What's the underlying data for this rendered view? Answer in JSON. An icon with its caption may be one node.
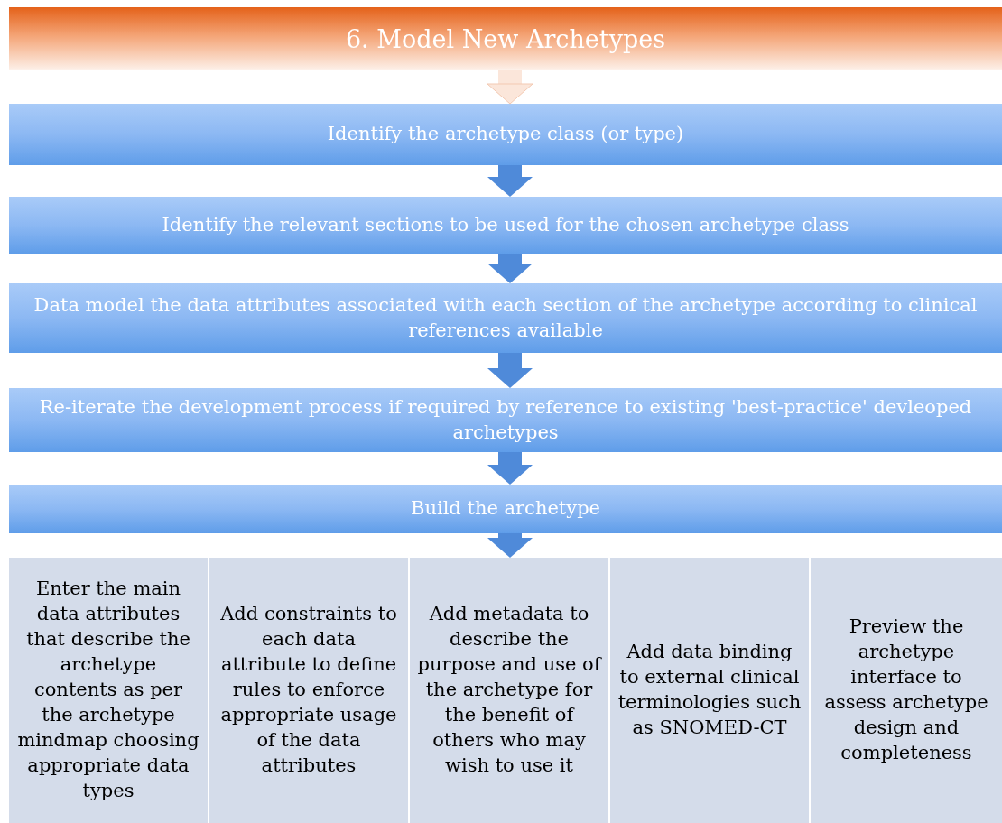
{
  "diagram": {
    "nodes": [
      {
        "text": [
          "6. Model New Archetypes"
        ]
      },
      {
        "text": [
          "Identify the archetype class (or type)"
        ]
      },
      {
        "text": [
          "Identify the relevant sections to be used for the chosen archetype class"
        ]
      },
      {
        "text": [
          "Data model the data attributes associated with each section of the archetype according to clinical references available"
        ]
      },
      {
        "text": [
          "Re-iterate the development process if required by reference to existing 'best-practice' devleoped archetypes"
        ]
      },
      {
        "text": [
          "Build the archetype"
        ]
      },
      {
        "text": [],
        "shape": "box"
      },
      {
        "text": [
          "Enter the main data attributes that describe the archetype contents as per the archetype mindmap choosing appropriate data types"
        ],
        "in": 6
      },
      {
        "text": [
          "Add constraints to each data attribute to define rules to enforce appropriate usage of the data attributes"
        ],
        "in": 6
      },
      {
        "text": [
          "Add metadata to describe the purpose and use of the archetype for the benefit of others who may wish to use it"
        ],
        "in": 6
      },
      {
        "text": [
          "Add data binding to external clinical terminologies such as SNOMED-CT"
        ],
        "in": 6
      },
      {
        "text": [
          "Preview the archetype interface to assess archetype design and completeness"
        ],
        "in": 6
      }
    ],
    "edges": [
      {
        "from": 0,
        "to": 1,
        "arrow": "to",
        "color": "#fbe6da"
      },
      {
        "from": 1,
        "to": 2,
        "arrow": "to"
      },
      {
        "from": 2,
        "to": 3,
        "arrow": "to"
      },
      {
        "from": 3,
        "to": 4,
        "arrow": "to"
      },
      {
        "from": 4,
        "to": 5,
        "arrow": "to"
      },
      {
        "from": 5,
        "to": 6,
        "arrow": "to"
      }
    ]
  }
}
